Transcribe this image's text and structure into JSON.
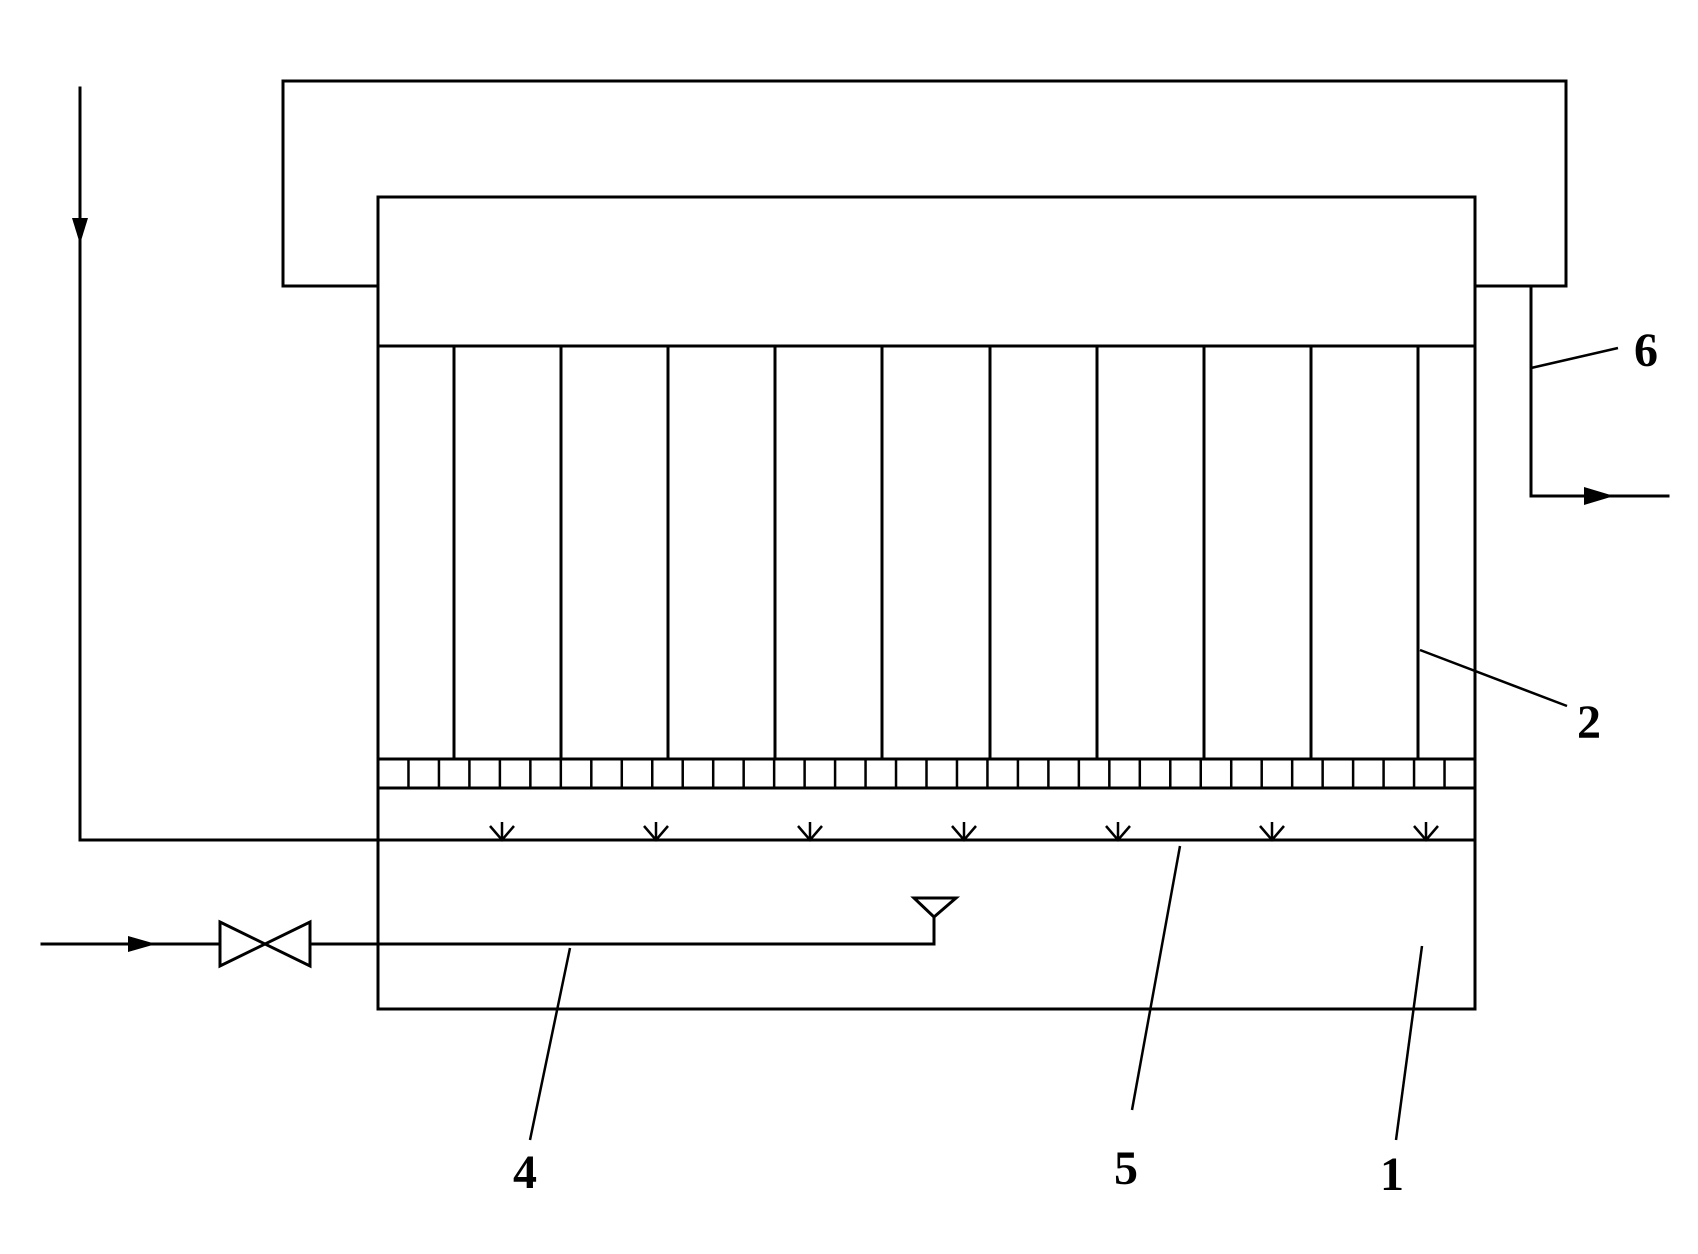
{
  "labels": {
    "l1": "1",
    "l2": "2",
    "l4": "4",
    "l5": "5",
    "l6": "6"
  },
  "colors": {
    "stroke": "#000000",
    "background": "#ffffff"
  }
}
